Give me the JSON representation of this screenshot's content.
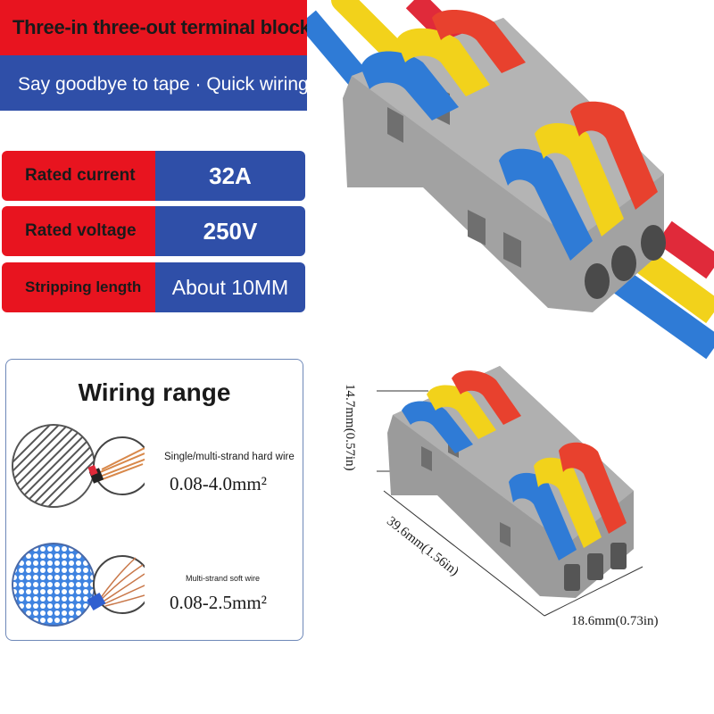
{
  "header": {
    "title": "Three-in three-out terminal block",
    "subtitle": "Say goodbye to tape · Quick wiring"
  },
  "specs": [
    {
      "label": "Rated current",
      "value": "32A"
    },
    {
      "label": "Rated voltage",
      "value": "250V"
    },
    {
      "label": "Stripping length",
      "value": "About 10MM"
    }
  ],
  "wiring": {
    "title": "Wiring range",
    "hard_wire": {
      "caption": "Single/multi-strand hard wire",
      "range": "0.08-4.0mm²"
    },
    "soft_wire": {
      "caption": "Multi-strand soft wire",
      "range": "0.08-2.5mm²"
    }
  },
  "dimensions": {
    "height": "14.7mm(0.57in)",
    "length": "39.6mm(1.56in)",
    "width": "18.6mm(0.73in)"
  },
  "colors": {
    "banner_red": "#e8141f",
    "banner_blue": "#2f4fa8",
    "lever_blue": "#2f7bd6",
    "lever_yellow": "#f2d21b",
    "lever_red": "#e8412e",
    "body_gray": "#9b9b9b"
  },
  "icons": [
    "hard-wire-icon",
    "soft-wire-icon",
    "connector-image",
    "wire-bundle-image"
  ]
}
